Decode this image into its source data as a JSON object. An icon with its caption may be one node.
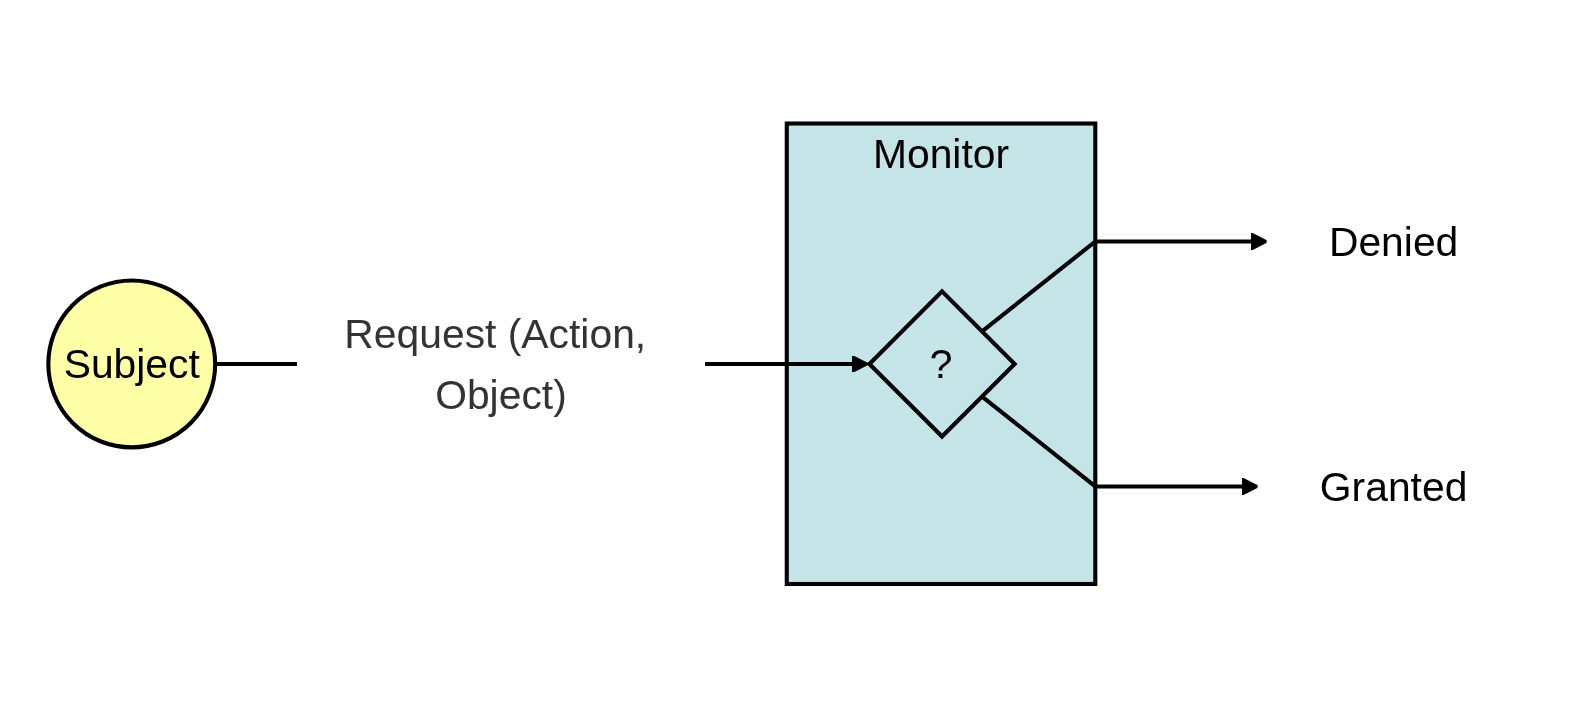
{
  "diagram": {
    "nodes": [
      {
        "text": [
          "Subject"
        ]
      },
      {
        "text": [
          "Monitor"
        ]
      },
      {
        "text": [
          "?"
        ],
        "in": 1
      },
      {
        "text": [
          "Denied"
        ]
      },
      {
        "text": [
          "Granted"
        ]
      }
    ],
    "edges": [
      {
        "from": 0,
        "to": 2,
        "label": "Request (Action, Object)",
        "arrow": "to"
      },
      {
        "from": 2,
        "to": 3,
        "arrow": "to"
      },
      {
        "from": 2,
        "to": 4,
        "arrow": "to"
      }
    ]
  }
}
